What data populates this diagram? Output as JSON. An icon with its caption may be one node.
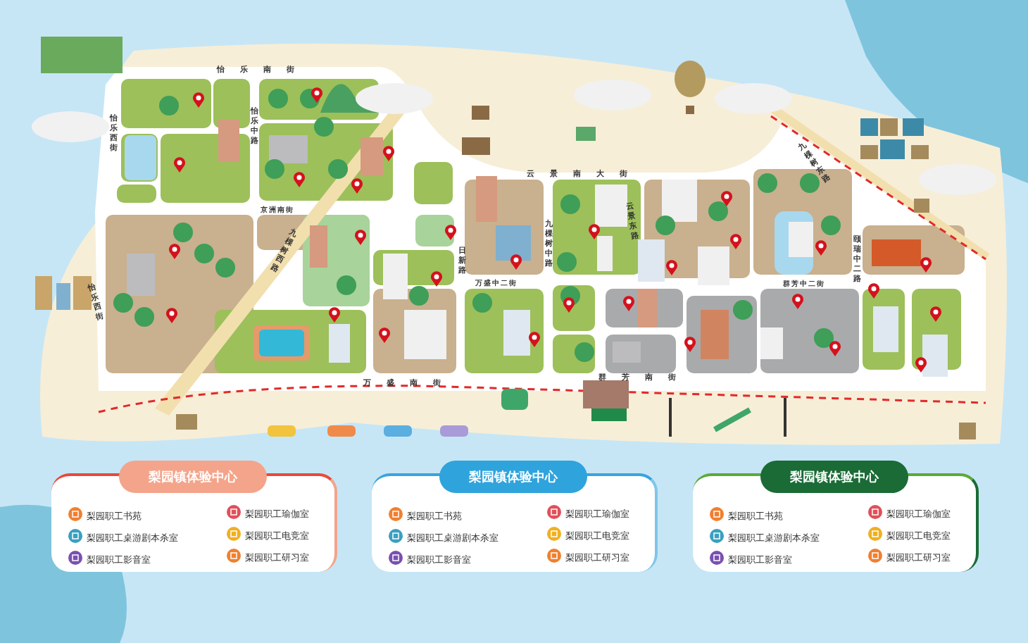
{
  "diagram": {
    "nodes": [
      {
        "text": [
          "梨园镇体验中心",
          "梨园职工书苑",
          "梨园职工瑜伽室",
          "梨园职工桌游剧本杀室",
          "梨园职工电竞室",
          "梨园职工影音室",
          "梨园职工研习室"
        ]
      },
      {
        "text": [
          "梨园镇体验中心",
          "梨园职工书苑",
          "梨园职工瑜伽室",
          "梨园职工桌游剧本杀室",
          "梨园职工电竞室",
          "梨园职工影音室",
          "梨园职工研习室"
        ]
      },
      {
        "text": [
          "梨园镇体验中心",
          "梨园职工书苑",
          "梨园职工瑜伽室",
          "梨园职工桌游剧本杀室",
          "梨园职工电竞室",
          "梨园职工影音室",
          "梨园职工研习室"
        ]
      }
    ],
    "labels": [
      "怡乐南街",
      "怡乐西街",
      "怡乐中路",
      "京洲南街",
      "云景南大街",
      "九棵树东路",
      "九棵树西路",
      "九棵树中路",
      "云景东路",
      "日新路",
      "万盛中二街",
      "群芳中二街",
      "颐瑞中二路",
      "怡乐西街",
      "万盛南街",
      "群芳南街"
    ]
  }
}
